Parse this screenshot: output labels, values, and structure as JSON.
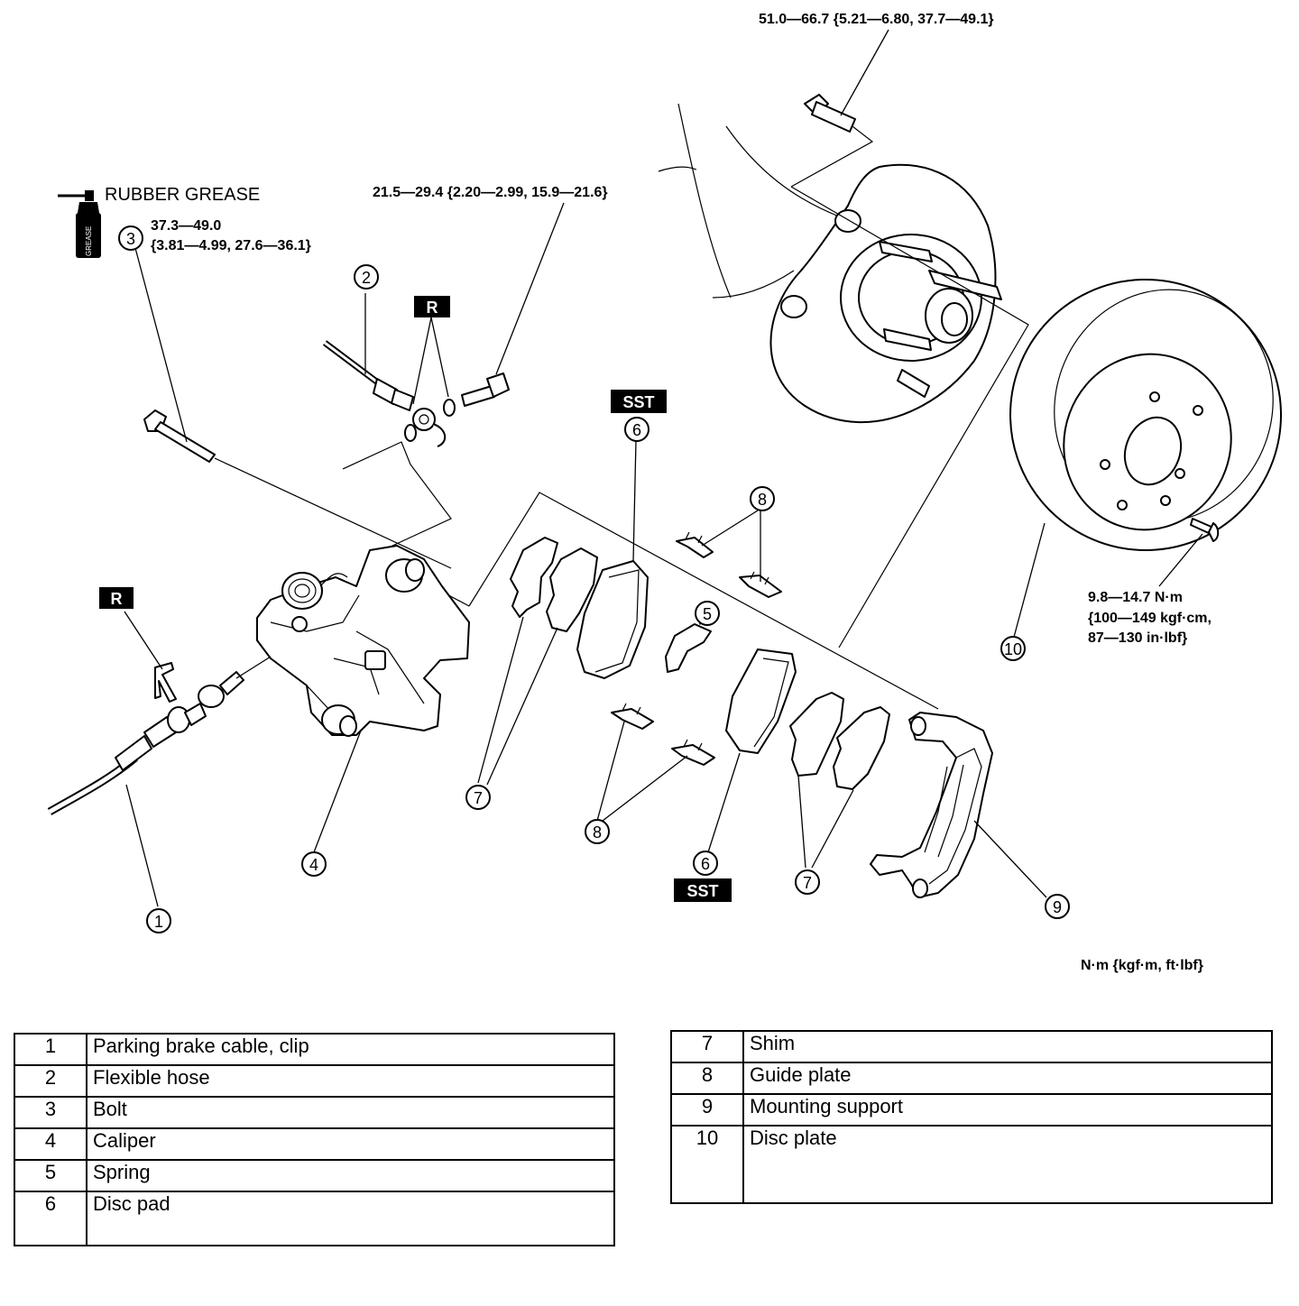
{
  "callouts": {
    "top_torque": "51.0—66.7 {5.21—6.80, 37.7—49.1}",
    "hose_bolt_torque": "21.5—29.4 {2.20—2.99, 15.9—21.6}",
    "grease_label": "RUBBER GREASE",
    "grease_can_text": "GREASE",
    "bolt_torque_line1": "37.3—49.0",
    "bolt_torque_line2": "{3.81—4.99, 27.6—36.1}",
    "screw_torque_line1": "9.8—14.7 N·m",
    "screw_torque_line2": "{100—149 kgf·cm,",
    "screw_torque_line3": "87—130 in·lbf}",
    "units": "N·m {kgf·m, ft·lbf}"
  },
  "tags": {
    "replace": "R",
    "special_tool": "SST"
  },
  "numbers": {
    "n1": "1",
    "n2": "2",
    "n3": "3",
    "n4": "4",
    "n5": "5",
    "n6": "6",
    "n7": "7",
    "n8": "8",
    "n9": "9",
    "n10": "10"
  },
  "parts_left": [
    {
      "num": "1",
      "name": "Parking brake cable, clip"
    },
    {
      "num": "2",
      "name": "Flexible hose"
    },
    {
      "num": "3",
      "name": "Bolt"
    },
    {
      "num": "4",
      "name": "Caliper"
    },
    {
      "num": "5",
      "name": "Spring"
    },
    {
      "num": "6",
      "name": "Disc pad"
    }
  ],
  "parts_right": [
    {
      "num": "7",
      "name": "Shim"
    },
    {
      "num": "8",
      "name": "Guide plate"
    },
    {
      "num": "9",
      "name": "Mounting support"
    },
    {
      "num": "10",
      "name": "Disc plate"
    }
  ]
}
